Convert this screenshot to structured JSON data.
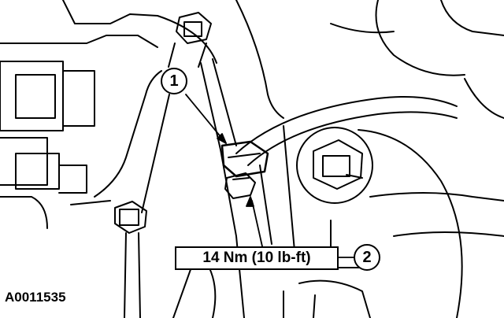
{
  "callouts": [
    {
      "number": "1"
    },
    {
      "number": "2"
    }
  ],
  "torque_spec": "14 Nm (10 lb-ft)",
  "figure_id": "A0011535",
  "colors": {
    "line": "#000000",
    "background": "#ffffff"
  }
}
